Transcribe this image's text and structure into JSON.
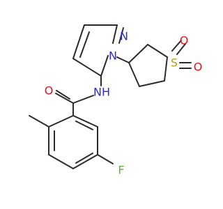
{
  "molecule": {
    "atoms": {
      "n_pyrazole_top": {
        "symbol": "N",
        "color": "#2a2ad8"
      },
      "n_pyrazole_bottom": {
        "symbol": "N",
        "color": "#2a2ad8"
      },
      "nh_amide": {
        "symbol": "NH",
        "color": "#2a2ad8"
      },
      "o_carbonyl": {
        "symbol": "O",
        "color": "#e0151c"
      },
      "s_sulfone": {
        "symbol": "S",
        "color": "#b8a014"
      },
      "o_sulfone_top": {
        "symbol": "O",
        "color": "#e0151c"
      },
      "o_sulfone_right": {
        "symbol": "O",
        "color": "#e0151c"
      },
      "f_fluoro": {
        "symbol": "F",
        "color": "#5ab43c"
      }
    },
    "bond_color": "#2b2b2b"
  }
}
